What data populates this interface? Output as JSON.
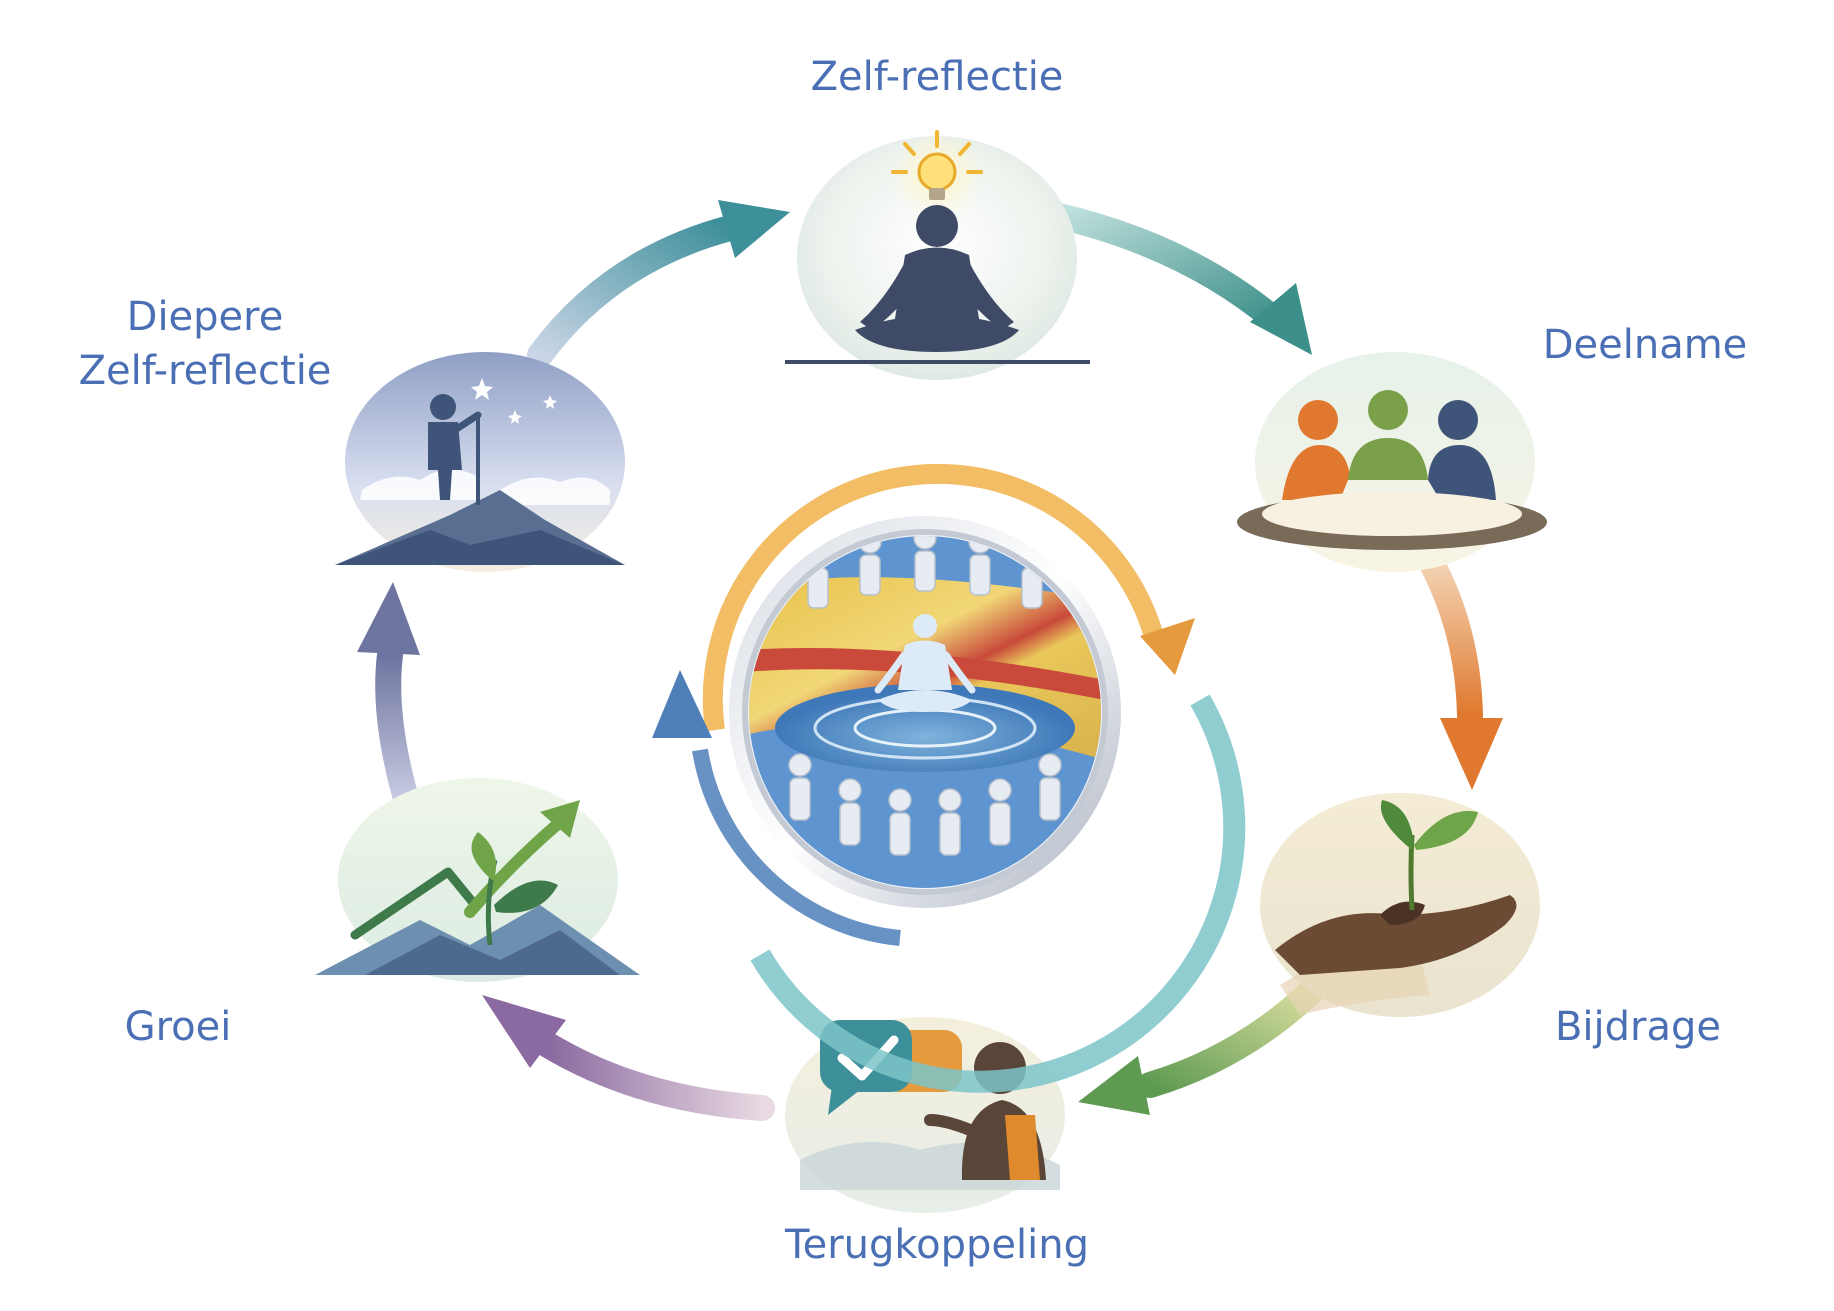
{
  "stages": [
    {
      "label": "Zelf-reflectie",
      "icon": "meditating-person-lightbulb-icon"
    },
    {
      "label": "Deelname",
      "icon": "people-around-table-icon"
    },
    {
      "label": "Bijdrage",
      "icon": "hand-holding-sprout-icon"
    },
    {
      "label": "Terugkoppeling",
      "icon": "speech-bubbles-checkmark-icon"
    },
    {
      "label": "Groei",
      "icon": "mountain-sprout-arrow-icon"
    },
    {
      "label": "Diepere\nZelf-reflectie",
      "icon": "hiker-on-mountain-icon"
    }
  ],
  "center": {
    "icon": "circle-of-people-meditation-emblem-icon"
  },
  "colors": {
    "label": "#4a6fb5",
    "arrow_teal": "#3d8f9a",
    "arrow_orange": "#e08a3a",
    "arrow_green": "#6fa55a",
    "arrow_purple": "#8a6fa0",
    "arrow_slate": "#6e74a0",
    "figure": "#3e4a66"
  }
}
